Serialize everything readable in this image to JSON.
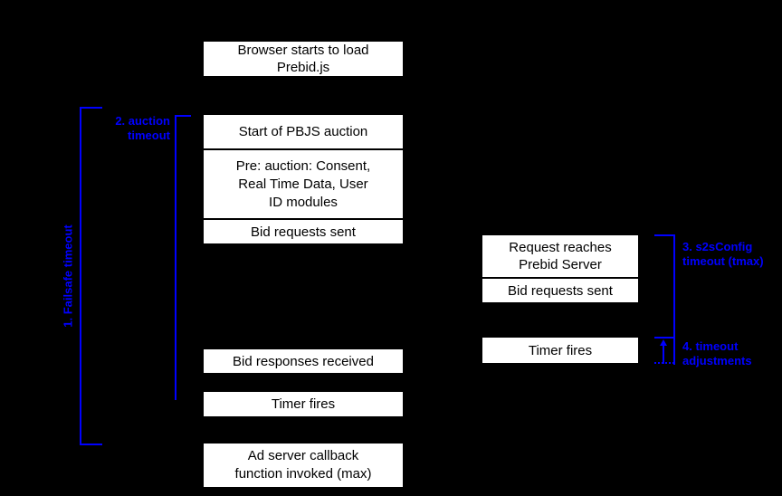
{
  "diagram": {
    "type": "timeline-diagram",
    "colors": {
      "background": "#000000",
      "box_fill": "#ffffff",
      "box_text": "#000000",
      "accent_blue": "#0000ff"
    },
    "left_column": {
      "boxes": [
        {
          "id": "browser-load",
          "label": "Browser starts to load\nPrebid.js"
        },
        {
          "id": "auction-start",
          "label": "Start of PBJS auction"
        },
        {
          "id": "pre-auction",
          "label": "Pre: auction: Consent,\nReal Time Data, User\nID modules"
        },
        {
          "id": "bid-requests",
          "label": "Bid requests sent"
        },
        {
          "id": "bid-responses",
          "label": "Bid responses received"
        },
        {
          "id": "timer-fires",
          "label": "Timer fires"
        },
        {
          "id": "ad-callback",
          "label": "Ad server callback\nfunction invoked (max)"
        }
      ]
    },
    "right_column": {
      "boxes": [
        {
          "id": "request-reaches",
          "label": "Request reaches\nPrebid Server"
        },
        {
          "id": "bid-requests",
          "label": "Bid requests sent"
        },
        {
          "id": "timer-fires",
          "label": "Timer fires"
        }
      ]
    },
    "annotations": {
      "failsafe": {
        "label": "1. Failsafe timeout"
      },
      "auction": {
        "label": "2. auction\ntimeout"
      },
      "s2s": {
        "label": "3. s2sConfig\ntimeout (tmax)"
      },
      "adjust": {
        "label": "4. timeout\nadjustments"
      }
    }
  }
}
